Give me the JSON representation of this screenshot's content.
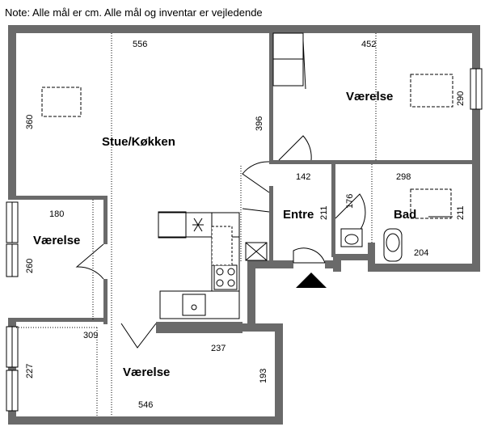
{
  "note": "Note: Alle mål er cm. Alle mål og inventar er vejledende",
  "rooms": {
    "stue": "Stue/Køkken",
    "vaerelse_ne": "Værelse",
    "entre": "Entre",
    "bad": "Bad",
    "vaerelse_w": "Værelse",
    "vaerelse_s": "Værelse"
  },
  "dims": {
    "d556": "556",
    "d360": "360",
    "d396": "396",
    "d452": "452",
    "d290": "290",
    "d142": "142",
    "d211a": "211",
    "d176": "176",
    "d298": "298",
    "d211b": "211",
    "d204": "204",
    "d180": "180",
    "d260": "260",
    "d309": "309",
    "d227": "227",
    "d237": "237",
    "d193": "193",
    "d546": "546"
  },
  "colors": {
    "wall": "#6a6a6a",
    "line": "#000000"
  }
}
